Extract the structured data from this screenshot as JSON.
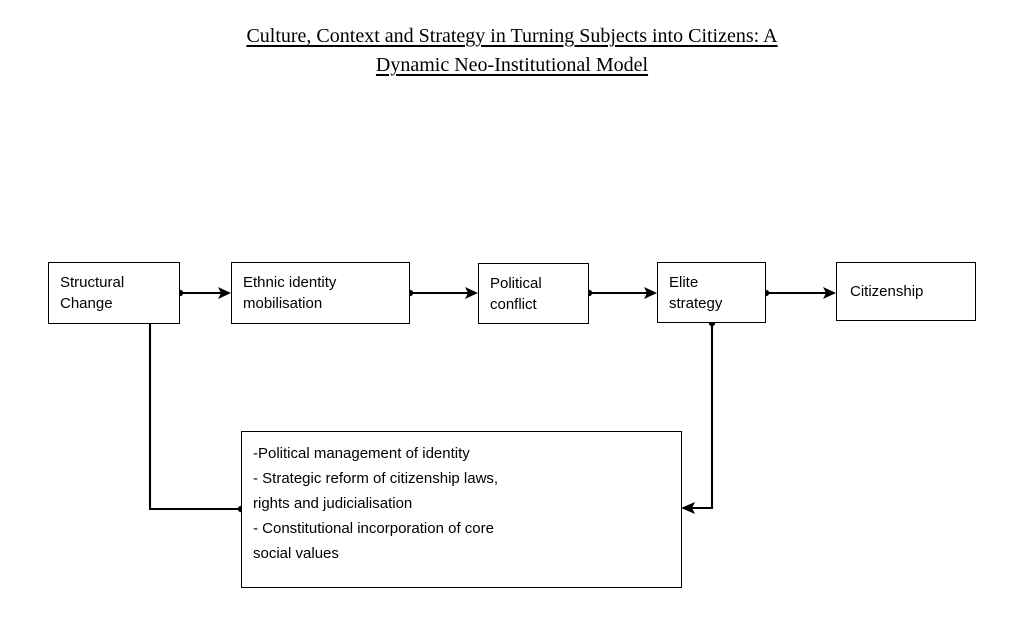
{
  "figure": {
    "title_line1": "Culture, Context and Strategy in Turning Subjects into Citizens: A",
    "title_line2": "Dynamic Neo-Institutional Model",
    "background_color": "#ffffff",
    "line_color": "#000000",
    "text_color": "#000000"
  },
  "nodes": {
    "structural_change": {
      "label": "Structural\nChange"
    },
    "ethnic_identity": {
      "label": "Ethnic identity\nmobilisation"
    },
    "political_conflict": {
      "label": "Political\nconflict"
    },
    "elite_strategy": {
      "label": "Elite\nstrategy"
    },
    "citizenship": {
      "label": "Citizenship"
    }
  },
  "strategy_list": {
    "items": [
      "-Political management of identity",
      "- Strategic reform of citizenship laws,\n  rights and judicialisation",
      "- Constitutional incorporation of core\n  social values"
    ]
  },
  "connectors": [
    {
      "name": "structural-change-to-ethnic-identity",
      "from": "structural_change",
      "to": "ethnic_identity",
      "direction": "right"
    },
    {
      "name": "ethnic-identity-to-political-conflict",
      "from": "ethnic_identity",
      "to": "political_conflict",
      "direction": "right"
    },
    {
      "name": "political-conflict-to-elite-strategy",
      "from": "political_conflict",
      "to": "elite_strategy",
      "direction": "right"
    },
    {
      "name": "elite-strategy-to-citizenship",
      "from": "elite_strategy",
      "to": "citizenship",
      "direction": "right"
    },
    {
      "name": "elite-strategy-to-strategy-list",
      "from": "elite_strategy",
      "to": "strategy_list",
      "direction": "feedback-left"
    },
    {
      "name": "strategy-list-to-structural-change",
      "from": "strategy_list",
      "to": "structural_change",
      "direction": "feedback-up"
    }
  ]
}
